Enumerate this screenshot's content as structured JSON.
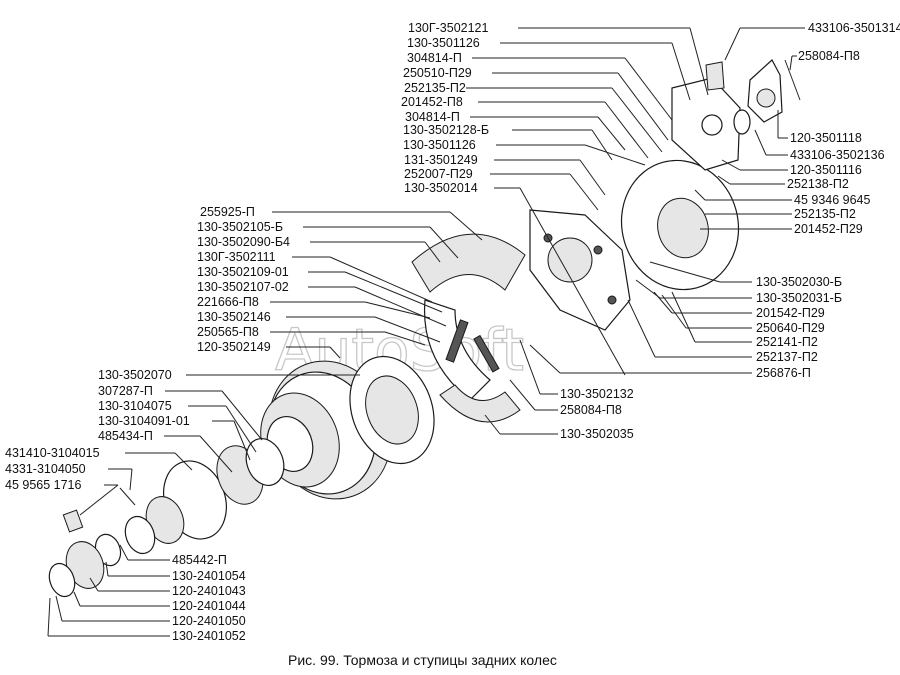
{
  "caption": "Рис. 99. Тормоза и ступицы задних колес",
  "watermark": "AutoSoft",
  "labels": {
    "l01": "130Г-3502121",
    "l02": "130-3501126",
    "l03": "304814-П",
    "l04": "250510-П29",
    "l05": "252135-П2",
    "l06": "201452-П8",
    "l07": "304814-П",
    "l08": "130-3502128-Б",
    "l09": "130-3501126",
    "l10": "131-3501249",
    "l11": "252007-П29",
    "l12": "130-3502014",
    "l13": "255925-П",
    "l14": "130-3502105-Б",
    "l15": "130-3502090-Б4",
    "l16": "130Г-3502111",
    "l17": "130-3502109-01",
    "l18": "130-3502107-02",
    "l19": "221666-П8",
    "l20": "130-3502146",
    "l21": "250565-П8",
    "l22": "120-3502149",
    "l23": "130-3502070",
    "l24": "307287-П",
    "l25": "130-3104075",
    "l26": "130-3104091-01",
    "l27": "485434-П",
    "l28": "431410-3104015",
    "l29": "4331-3104050",
    "l30": "45 9565 1716",
    "r01": "433106-3501314",
    "r02": "258084-П8",
    "r03": "120-3501118",
    "r04": "433106-3502136",
    "r05": "120-3501116",
    "r06": "252138-П2",
    "r07": "45 9346 9645",
    "r08": "252135-П2",
    "r09": "201452-П29",
    "r10": "130-3502030-Б",
    "r11": "130-3502031-Б",
    "r12": "201542-П29",
    "r13": "250640-П29",
    "r14": "252141-П2",
    "r15": "252137-П2",
    "r16": "256876-П",
    "c01": "130-3502132",
    "c02": "258084-П8",
    "c03": "130-3502035",
    "b01": "485442-П",
    "b02": "130-2401054",
    "b03": "120-2401043",
    "b04": "120-2401044",
    "b05": "120-2401050",
    "b06": "130-2401052"
  }
}
